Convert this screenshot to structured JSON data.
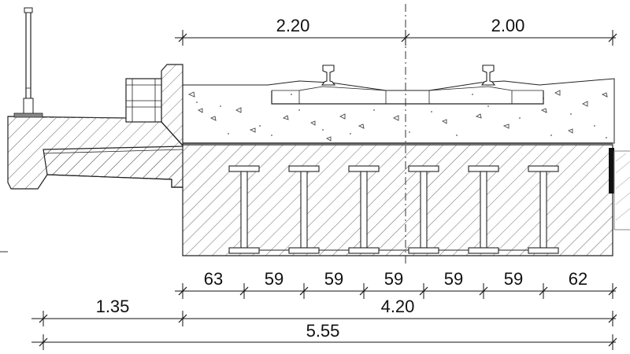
{
  "dimensions": {
    "top_left": "2.20",
    "top_right": "2.00",
    "segments": [
      "63",
      "59",
      "59",
      "59",
      "59",
      "59",
      "62"
    ],
    "left_width": "1.35",
    "deck_width": "4.20",
    "total_width": "5.55"
  }
}
